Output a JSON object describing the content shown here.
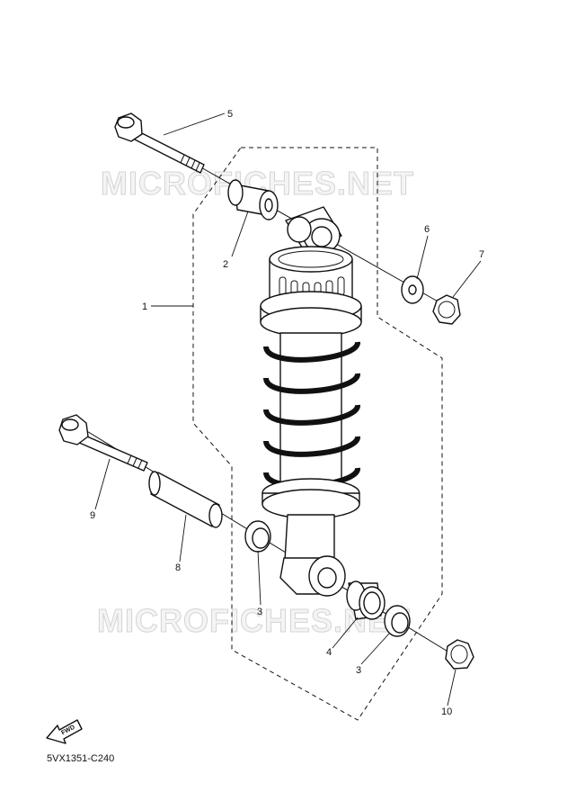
{
  "watermark": "MICROFICHES.NET",
  "diagram_code": "5VX1351-C240",
  "fwd_label": "FWD",
  "callouts": {
    "c1": "1",
    "c2": "2",
    "c3a": "3",
    "c3b": "3",
    "c4": "4",
    "c5": "5",
    "c6": "6",
    "c7": "7",
    "c8": "8",
    "c9": "9",
    "c10": "10"
  }
}
